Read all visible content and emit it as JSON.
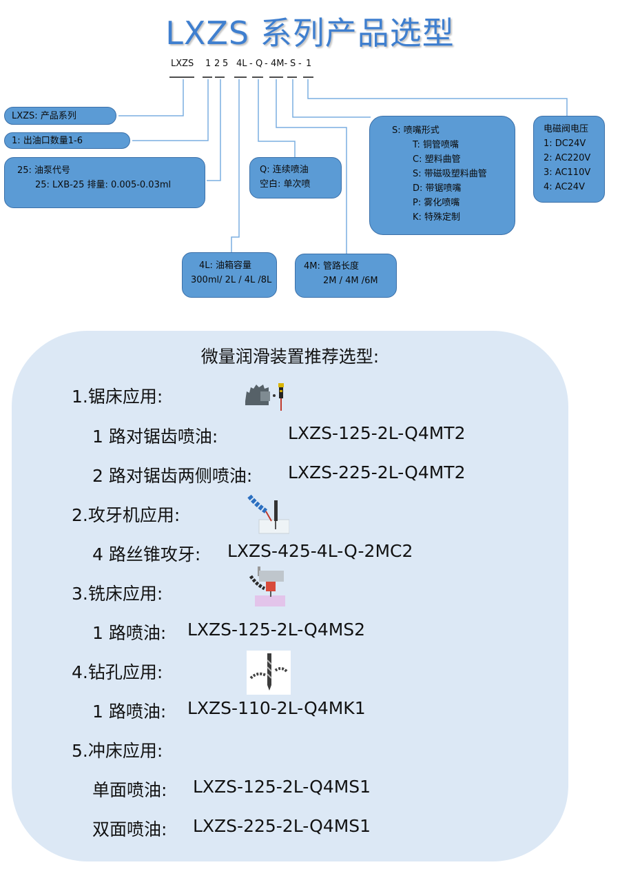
{
  "title": "LXZS 系列产品选型",
  "code": {
    "series": "LXZS",
    "p1": "1",
    "p2": "2",
    "p3": "5",
    "p4": "4L",
    "d1": "-",
    "p5": "Q",
    "d2": "-",
    "p6": "4M-",
    "p7": "S",
    "d3": "-",
    "p8": "1"
  },
  "boxes": {
    "series": "LXZS: 产品系列",
    "outlets": "1: 出油口数量1-6",
    "pump": {
      "title": "25: 油泵代号",
      "line1": "25: LXB-25 排量: 0.005-0.03ml"
    },
    "mode": {
      "title": "Q: 连续喷油",
      "line1": "空白: 单次喷"
    },
    "nozzle": {
      "title": "S: 喷嘴形式",
      "items": [
        "T: 铜管喷嘴",
        "C: 塑料曲管",
        "S: 带磁吸塑料曲管",
        "D: 带锯喷嘴",
        "P: 雾化喷嘴",
        "K: 特殊定制"
      ]
    },
    "voltage": {
      "title": "电磁阀电压",
      "items": [
        "1: DC24V",
        "2: AC220V",
        "3: AC110V",
        "4: AC24V"
      ]
    },
    "tank": {
      "title": "4L: 油箱容量",
      "line1": "300ml/ 2L / 4L /8L"
    },
    "pipe": {
      "title": "4M: 管路长度",
      "line1": "2M / 4M /6M"
    }
  },
  "recommend": {
    "title": "微量润滑装置推荐选型:",
    "sections": [
      {
        "heading": "1.锯床应用:",
        "icon": "saw-icon",
        "rows": [
          {
            "label": "1 路对锯齿喷油:",
            "model": "LXZS-125-2L-Q4MT2"
          },
          {
            "label": "2 路对锯齿两侧喷油:",
            "model": "LXZS-225-2L-Q4MT2"
          }
        ]
      },
      {
        "heading": "2.攻牙机应用:",
        "icon": "tapping-icon",
        "rows": [
          {
            "label": "4 路丝锥攻牙:",
            "model": "LXZS-425-4L-Q-2MC2"
          }
        ]
      },
      {
        "heading": "3.铣床应用:",
        "icon": "milling-icon",
        "rows": [
          {
            "label": "1 路喷油:",
            "model": "LXZS-125-2L-Q4MS2"
          }
        ]
      },
      {
        "heading": "4.钻孔应用:",
        "icon": "drill-icon",
        "rows": [
          {
            "label": "1 路喷油:",
            "model": "LXZS-110-2L-Q4MK1"
          }
        ]
      },
      {
        "heading": "5.冲床应用:",
        "icon": "",
        "rows": [
          {
            "label": "单面喷油:",
            "model": "LXZS-125-2L-Q4MS1"
          },
          {
            "label": "双面喷油:",
            "model": "LXZS-225-2L-Q4MS1"
          }
        ]
      }
    ]
  },
  "colors": {
    "title": "#3f7fcf",
    "box": "#5b9bd5",
    "panel": "#dce8f5",
    "line": "#7aaee0"
  }
}
